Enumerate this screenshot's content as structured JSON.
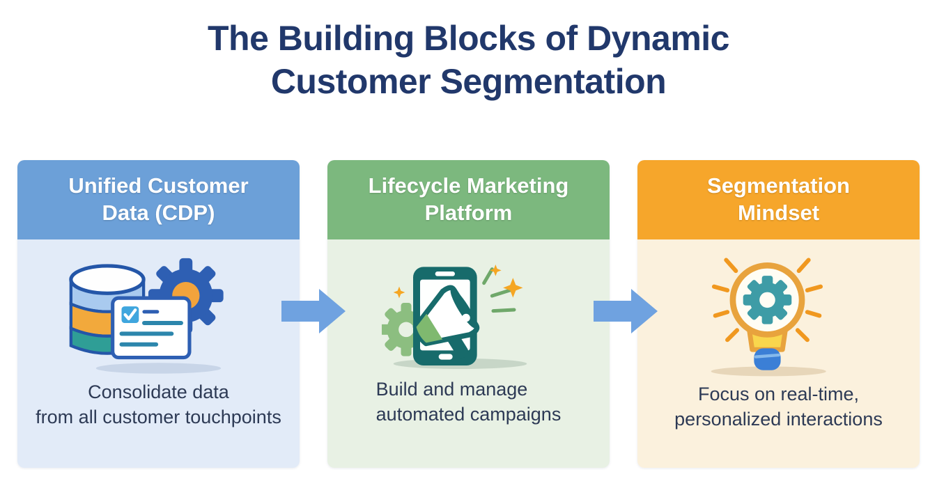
{
  "title": "The Building Blocks of Dynamic\nCustomer Segmentation",
  "title_color": "#21386B",
  "text_color": "#2D3A55",
  "arrow_color": "#6FA2E0",
  "arrow_icon": "arrow-right-icon",
  "cards": [
    {
      "title": "Unified Customer\nData (CDP)",
      "description": "Consolidate data\nfrom all customer touchpoints",
      "icon": "database-document-gear-icon",
      "header_color": "#6CA0D8",
      "body_color": "#E2EBF8"
    },
    {
      "title": "Lifecycle Marketing\nPlatform",
      "description": "Build and manage\nautomated campaigns",
      "icon": "smartphone-megaphone-icon",
      "header_color": "#7CB87E",
      "body_color": "#E8F1E4"
    },
    {
      "title": "Segmentation\nMindset",
      "description": "Focus on real-time,\npersonalized interactions",
      "icon": "lightbulb-gear-icon",
      "header_color": "#F6A62B",
      "body_color": "#FBF1DD"
    }
  ]
}
